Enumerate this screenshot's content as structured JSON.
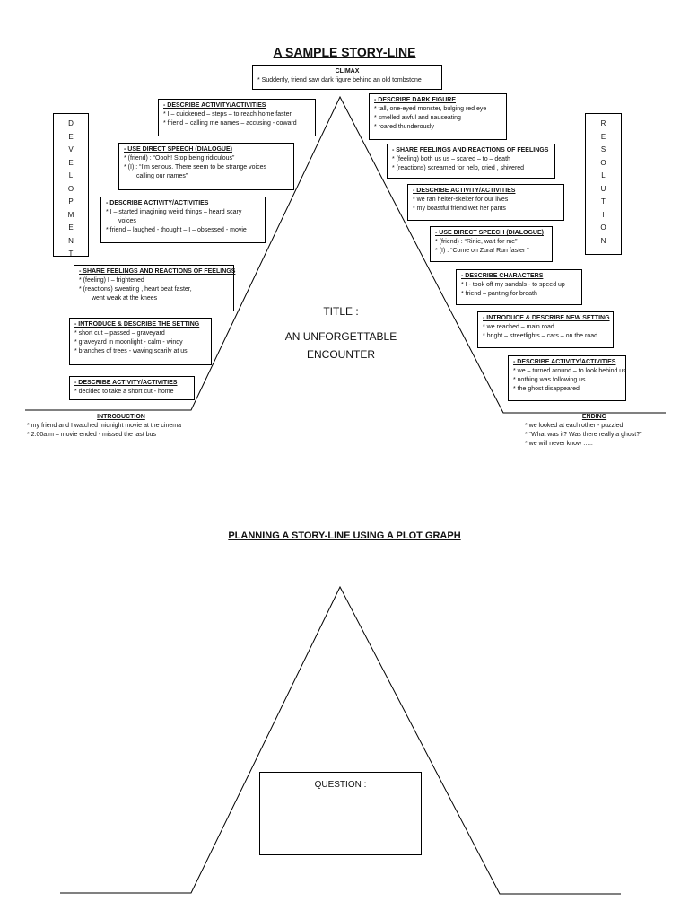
{
  "main_title": "A SAMPLE STORY-LINE",
  "climax": {
    "heading": "CLIMAX",
    "lines": [
      "* Suddenly, friend saw dark figure behind an old  tombstone"
    ]
  },
  "development_letters": [
    "D",
    "E",
    "V",
    "E",
    "L",
    "O",
    "P",
    "M",
    "E",
    "N",
    "T"
  ],
  "resolution_letters": [
    "R",
    "E",
    "S",
    "O",
    "L",
    "U",
    "T",
    "I",
    "O",
    "N"
  ],
  "left_boxes": [
    {
      "heading": "-  DESCRIBE ACTIVITY/ACTIVITIES",
      "lines": [
        "*  I – quickened – steps – to reach home faster",
        "* friend – calling me names – accusing - coward"
      ]
    },
    {
      "heading": "-  USE DIRECT SPEECH (DIALOGUE)",
      "lines": [
        "*  (friend) : “Oooh! Stop being ridiculous”",
        "*  (I) : “I’m serious.  There seem to be strange voices",
        "   calling our names”"
      ]
    },
    {
      "heading": "-  DESCRIBE ACTIVITY/ACTIVITIES",
      "lines": [
        "*  I – started imagining  weird things – heard scary",
        "   voices",
        "* friend – laughed - thought – I – obsessed - movie"
      ]
    },
    {
      "heading": "-  SHARE FEELINGS AND REACTIONS OF FEELINGS",
      "lines": [
        "*  (feeling)  I – frightened",
        "*  (reactions) sweating , heart beat faster,",
        "        went weak at the knees"
      ]
    },
    {
      "heading": "- INTRODUCE  &  DESCRIBE THE SETTING",
      "lines": [
        "* short cut – passed – graveyard",
        "* graveyard in moonlight - calm - windy",
        "* branches of trees - waving scarily at us"
      ]
    },
    {
      "heading": "-  DESCRIBE ACTIVITY/ACTIVITIES",
      "lines": [
        "*  decided to take a short cut - home"
      ]
    }
  ],
  "right_boxes": [
    {
      "heading": "-  DESCRIBE DARK FIGURE",
      "lines": [
        "*  tall, one-eyed monster, bulging red eye",
        "* smelled awful and nauseating",
        "*  roared thunderously"
      ]
    },
    {
      "heading": "-  SHARE FEELINGS AND REACTIONS OF FEELINGS",
      "lines": [
        "*  (feeling) both us us – scared – to – death",
        "*  (reactions) screamed for help, cried , shivered"
      ]
    },
    {
      "heading": "-  DESCRIBE ACTIVITY/ACTIVITIES",
      "lines": [
        "*  we ran helter-skelter for our lives",
        "*  my boastful friend wet her pants"
      ]
    },
    {
      "heading": "-  USE DIRECT SPEECH (DIALOGUE)",
      "lines": [
        "*  (friend) : “Rinie, wait for me”",
        "*  (I) : “Come on Zura! Run faster ”"
      ]
    },
    {
      "heading": "-  DESCRIBE CHARACTERS",
      "lines": [
        "*  I - took off my sandals - to speed up",
        "*  friend – panting for breath"
      ]
    },
    {
      "heading": "- INTRODUCE  &  DESCRIBE NEW SETTING",
      "lines": [
        "*  we reached – main road",
        "*  bright – streetlights – cars – on the road"
      ]
    },
    {
      "heading": "-  DESCRIBE ACTIVITY/ACTIVITIES",
      "lines": [
        "*  we  – turned around – to look behind us",
        "*  nothing was following us",
        "*  the ghost disappeared"
      ]
    }
  ],
  "introduction": {
    "heading": "INTRODUCTION",
    "lines": [
      "*  my friend and  I watched midnight movie at the cinema",
      "* 2.00a.m – movie ended - missed the last bus"
    ]
  },
  "ending": {
    "heading": "ENDING",
    "lines": [
      "*  we looked at each other - puzzled",
      "*  “What was it?  Was there really a ghost?”",
      "*  we will never know ….."
    ]
  },
  "center_title": {
    "label": "TITLE  :",
    "line1": "AN UNFORGETTABLE",
    "line2": "ENCOUNTER"
  },
  "plan_title": "PLANNING A STORY-LINE USING A PLOT GRAPH",
  "question_label": "QUESTION :"
}
